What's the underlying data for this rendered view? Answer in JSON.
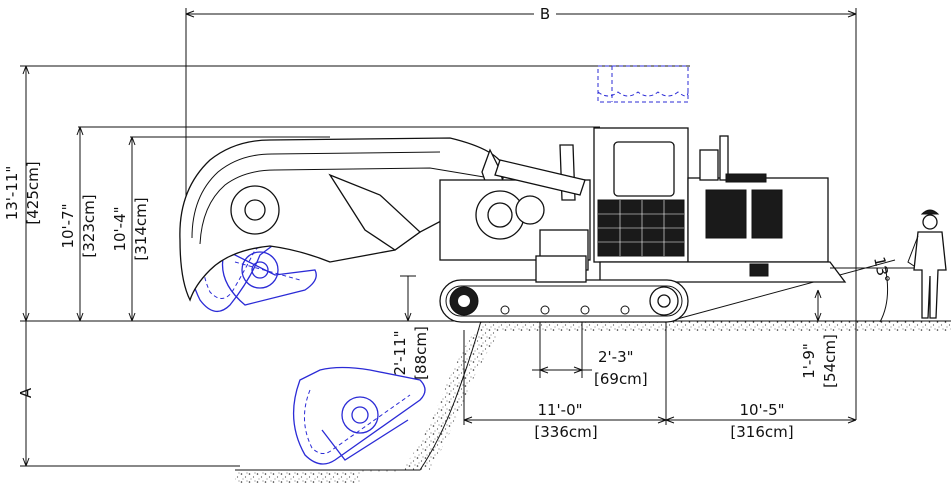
{
  "dimensions": {
    "B": "B",
    "A": "A",
    "height_total_ft": "13'-11\"",
    "height_total_cm": "[425cm]",
    "height_boom_ft": "10'-7\"",
    "height_boom_cm": "[323cm]",
    "height_boom2_ft": "10'-4\"",
    "height_boom2_cm": "[314cm]",
    "dig_depth_ft": "2'-11\"",
    "dig_depth_cm": "[88cm]",
    "track_width_ft": "2'-3\"",
    "track_width_cm": "[69cm]",
    "track_length_ft": "11'-0\"",
    "track_length_cm": "[336cm]",
    "rear_length_ft": "10'-5\"",
    "rear_length_cm": "[316cm]",
    "clearance_ft": "1'-9\"",
    "clearance_cm": "[54cm]",
    "angle": "13°"
  },
  "colors": {
    "line": "#111111",
    "blue": "#2b2bd6"
  }
}
